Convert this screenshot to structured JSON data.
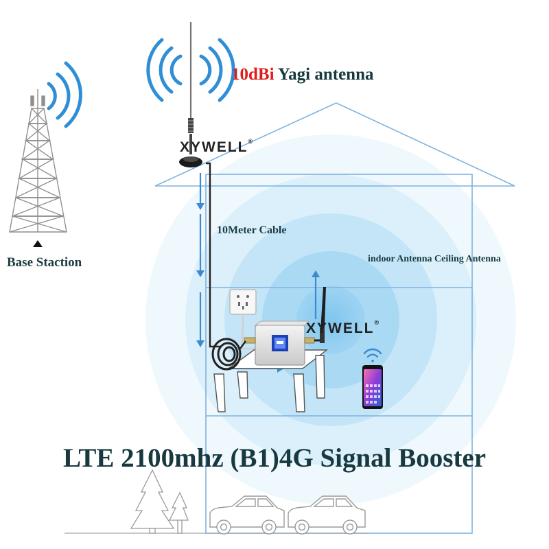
{
  "title": {
    "gain": "10dBi",
    "antenna": "Yagi antenna"
  },
  "labels": {
    "base_station": "Base Staction",
    "cable": "10Meter Cable",
    "indoor_antenna": "indoor Antenna Ceiling Antenna"
  },
  "brand": {
    "name": "XYWELL",
    "mark": "®"
  },
  "headline": "LTE 2100mhz (B1)4G Signal Booster",
  "colors": {
    "headline": "#17393f",
    "title_red": "#e01b1b",
    "title_teal": "#17393f",
    "label": "#1b3c42",
    "signal_blue": "#2f8ed6",
    "arrow_blue": "#3b8ad0",
    "coverage": "#5cb6ea",
    "house_line": "#7fb2df"
  },
  "icons": [
    "cell-tower-icon",
    "radio-waves-icon",
    "magnetic-antenna-icon",
    "wall-socket-icon",
    "signal-booster-icon",
    "smartphone-icon",
    "wifi-icon",
    "tree-icon",
    "car-icon"
  ]
}
